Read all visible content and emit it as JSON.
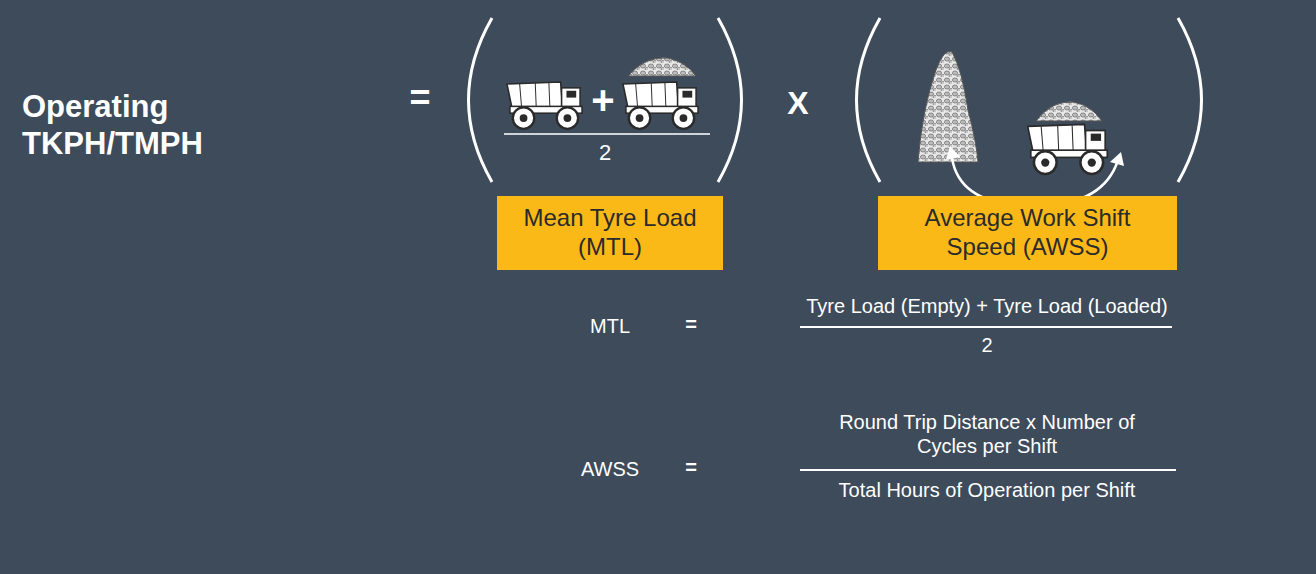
{
  "diagram": {
    "title": "Operating TKPH/TMPH",
    "nodes": [
      {
        "text": [
          "Mean Tyre Load (MTL)"
        ]
      },
      {
        "text": [
          "Average Work Shift Speed (AWSS)"
        ]
      }
    ],
    "labels": [
      "=",
      "+",
      "2",
      "X",
      "MTL",
      "=",
      "Tyre Load (Empty) + Tyre Load (Loaded)",
      "2",
      "AWSS",
      "=",
      "Round Trip Distance x Number of Cycles per Shift",
      "Total Hours of Operation per Shift"
    ]
  }
}
